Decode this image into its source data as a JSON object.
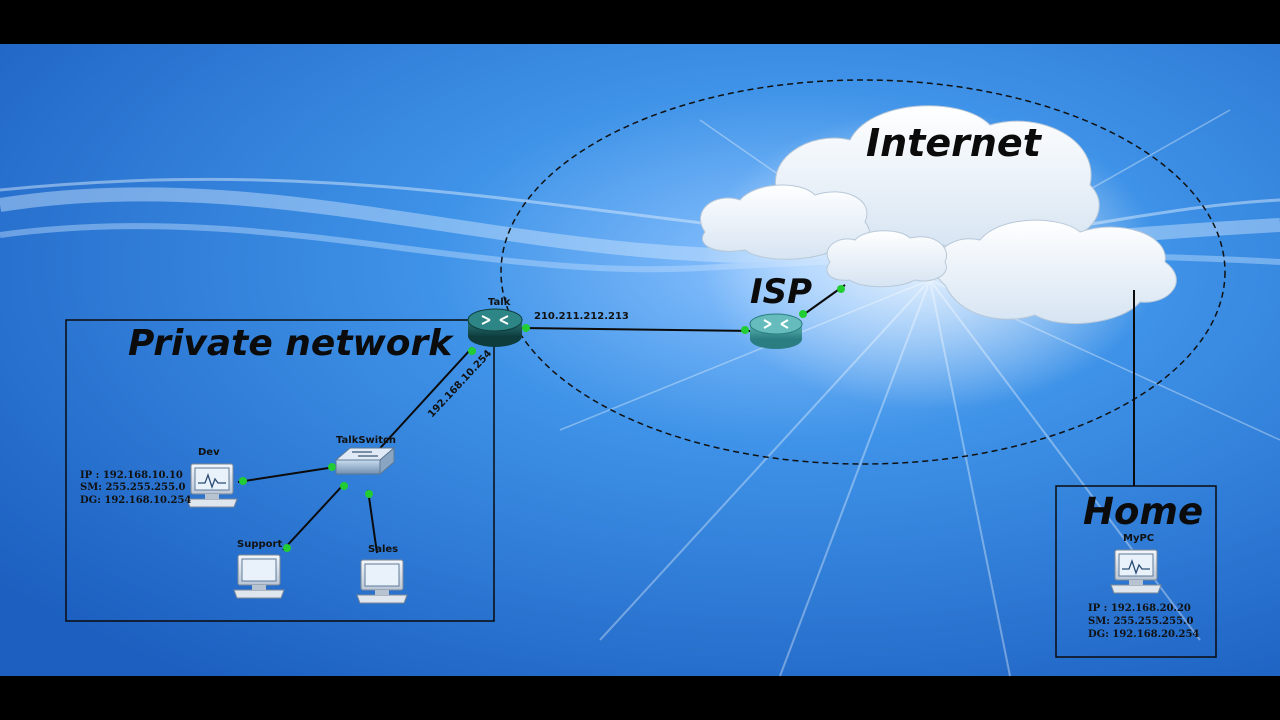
{
  "labels": {
    "internet": "Internet",
    "isp": "ISP",
    "private_network": "Private network",
    "home": "Home"
  },
  "devices": {
    "router": "Talk",
    "switch": "TalkSwitch",
    "dev": "Dev",
    "support": "Support",
    "sales": "Sales",
    "mypc": "MyPC"
  },
  "links": {
    "wan_ip": "210.211.212.213",
    "lan_ip": "192.168.10.254"
  },
  "dev_config": {
    "ip": "IP : 192.168.10.10",
    "sm": "SM: 255.255.255.0",
    "dg": "DG: 192.168.10.254"
  },
  "mypc_config": {
    "ip": "IP : 192.168.20.20",
    "sm": "SM: 255.255.255.0",
    "dg": "DG: 192.168.20.254"
  },
  "colors": {
    "background": "#2f7fd8",
    "link_dot": "#22cc33",
    "router": "#1e5f5f",
    "isp_router": "#3a9a9a"
  }
}
